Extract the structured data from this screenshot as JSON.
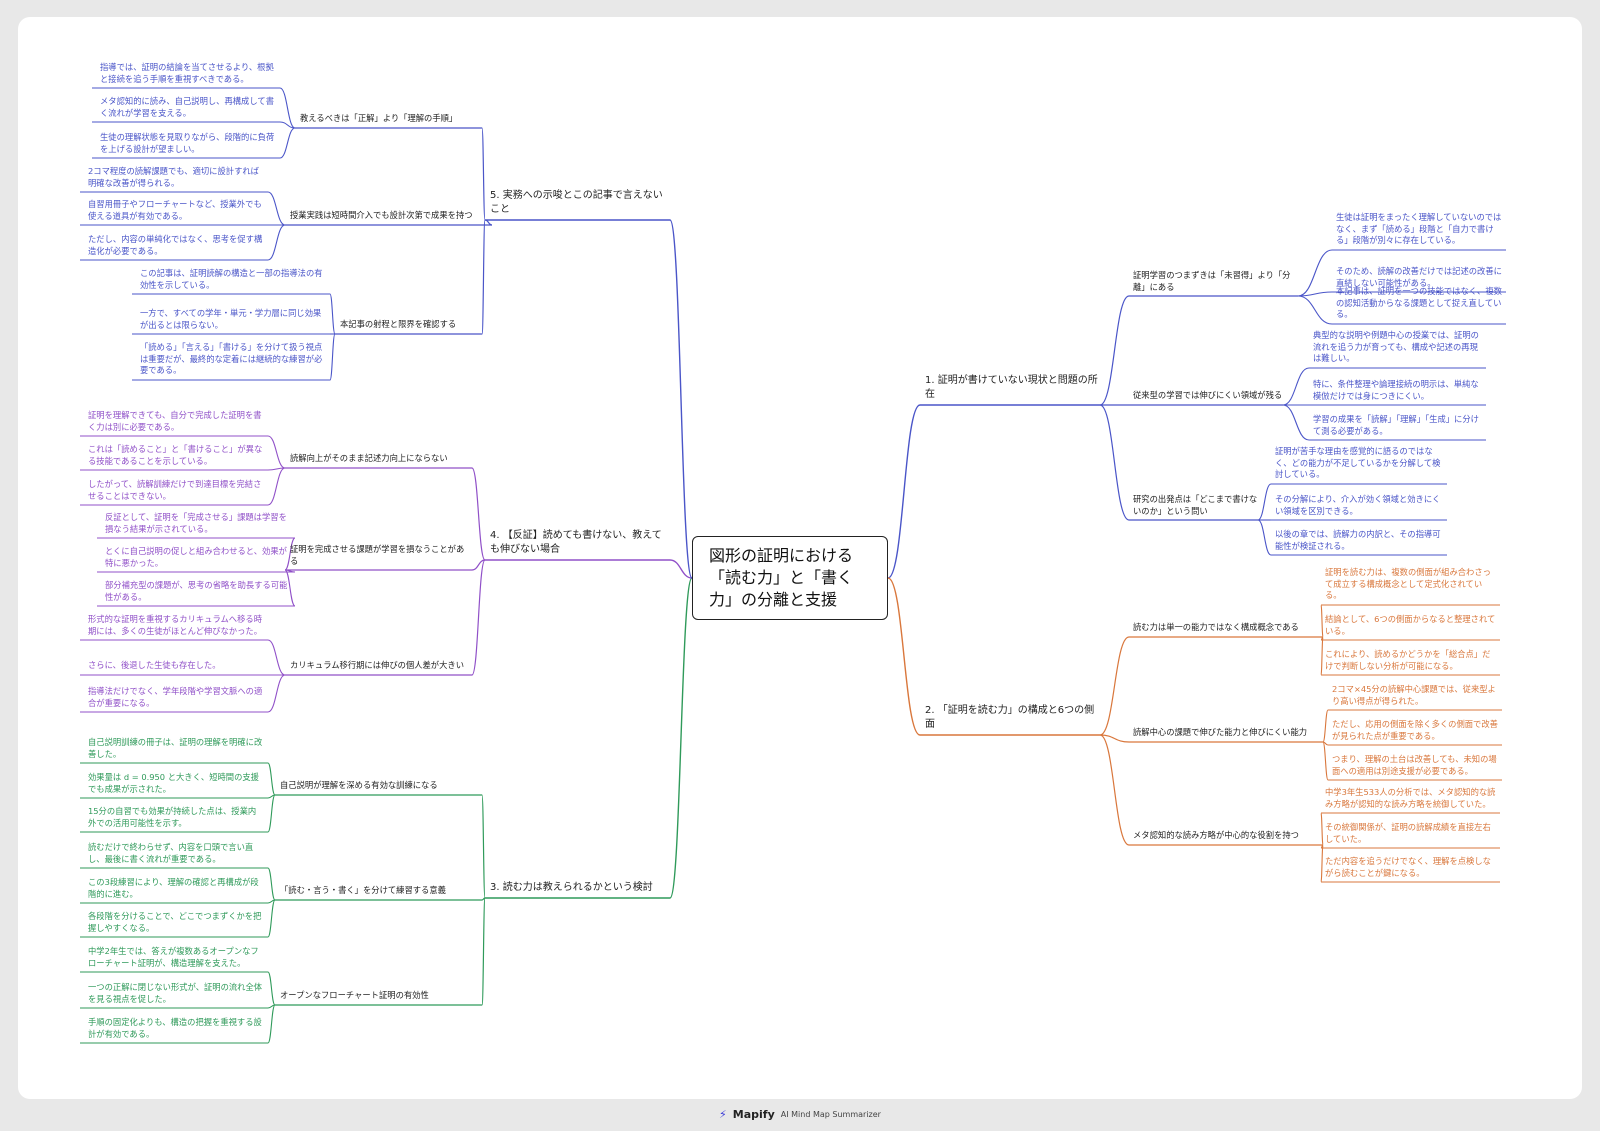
{
  "root": {
    "title": "図形の証明における「読む力」と「書く力」の分離と支援"
  },
  "colors": {
    "b1": "#4a55c8",
    "b2": "#d9773c",
    "b3": "#2f9a5a",
    "b4": "#9050c8",
    "b5": "#4a55c8"
  },
  "branches": [
    {
      "id": "b1",
      "label": "1. 証明が書けていない現状と問題の所在",
      "children": [
        {
          "label": "証明学習のつまずきは「未習得」より「分離」にある",
          "children": [
            "生徒は証明をまったく理解していないのではなく、まず「読める」段階と「自力で書ける」段階が別々に存在している。",
            "そのため、読解の改善だけでは記述の改善に直結しない可能性がある。",
            "本記事は、証明を一つの技能ではなく、複数の認知活動からなる課題として捉え直している。"
          ]
        },
        {
          "label": "従来型の学習では伸びにくい領域が残る",
          "children": [
            "典型的な説明や例題中心の授業では、証明の流れを追う力が育っても、構成や記述の再現は難しい。",
            "特に、条件整理や論理接続の明示は、単純な模倣だけでは身につきにくい。",
            "学習の成果を「読解」「理解」「生成」に分けて測る必要がある。"
          ]
        },
        {
          "label": "研究の出発点は「どこまで書けないのか」という問い",
          "children": [
            "証明が苦手な理由を感覚的に語るのではなく、どの能力が不足しているかを分解して検討している。",
            "その分解により、介入が効く領域と効きにくい領域を区別できる。",
            "以後の章では、読解力の内訳と、その指導可能性が検証される。"
          ]
        }
      ]
    },
    {
      "id": "b2",
      "label": "2. 「証明を読む力」の構成と6つの側面",
      "children": [
        {
          "label": "読む力は単一の能力ではなく構成概念である",
          "children": [
            "証明を読む力は、複数の側面が組み合わさって成立する構成概念として定式化されている。",
            "結論として、6つの側面からなると整理されている。",
            "これにより、読めるかどうかを「総合点」だけで判断しない分析が可能になる。"
          ]
        },
        {
          "label": "読解中心の課題で伸びた能力と伸びにくい能力",
          "children": [
            "2コマ×45分の読解中心課題では、従来型より高い得点が得られた。",
            "ただし、応用の側面を除く多くの側面で改善が見られた点が重要である。",
            "つまり、理解の土台は改善しても、未知の場面への適用は別途支援が必要である。"
          ]
        },
        {
          "label": "メタ認知的な読み方略が中心的な役割を持つ",
          "children": [
            "中学3年生533人の分析では、メタ認知的な読み方略が認知的な読み方略を統御していた。",
            "その統御関係が、証明の読解成績を直接左右していた。",
            "ただ内容を追うだけでなく、理解を点検しながら読むことが鍵になる。"
          ]
        }
      ]
    },
    {
      "id": "b3",
      "label": "3. 読む力は教えられるかという検討",
      "children": [
        {
          "label": "自己説明が理解を深める有効な訓練になる",
          "children": [
            "自己説明訓練の冊子は、証明の理解を明確に改善した。",
            "効果量は d = 0.950 と大きく、短時間の支援でも成果が示された。",
            "15分の自習でも効果が持続した点は、授業内外での活用可能性を示す。"
          ]
        },
        {
          "label": "「読む・言う・書く」を分けて練習する意義",
          "children": [
            "読むだけで終わらせず、内容を口頭で言い直し、最後に書く流れが重要である。",
            "この3段練習により、理解の確認と再構成が段階的に進む。",
            "各段階を分けることで、どこでつまずくかを把握しやすくなる。"
          ]
        },
        {
          "label": "オープンなフローチャート証明の有効性",
          "children": [
            "中学2年生では、答えが複数あるオープンなフローチャート証明が、構造理解を支えた。",
            "一つの正解に閉じない形式が、証明の流れ全体を見る視点を促した。",
            "手順の固定化よりも、構造の把握を重視する設計が有効である。"
          ]
        }
      ]
    },
    {
      "id": "b4",
      "label": "4. 【反証】読めても書けない、教えても伸びない場合",
      "children": [
        {
          "label": "読解向上がそのまま記述力向上にならない",
          "children": [
            "証明を理解できても、自分で完成した証明を書く力は別に必要である。",
            "これは「読めること」と「書けること」が異なる技能であることを示している。",
            "したがって、読解訓練だけで到達目標を完結させることはできない。"
          ]
        },
        {
          "label": "証明を完成させる課題が学習を損なうことがある",
          "children": [
            "反証として、証明を「完成させる」課題は学習を損なう結果が示されている。",
            "とくに自己説明の促しと組み合わせると、効果が特に悪かった。",
            "部分補充型の課題が、思考の省略を助長する可能性がある。"
          ]
        },
        {
          "label": "カリキュラム移行期には伸びの個人差が大きい",
          "children": [
            "形式的な証明を重視するカリキュラムへ移る時期には、多くの生徒がほとんど伸びなかった。",
            "さらに、後退した生徒も存在した。",
            "指導法だけでなく、学年段階や学習文脈への適合が重要になる。"
          ]
        }
      ]
    },
    {
      "id": "b5",
      "label": "5. 実務への示唆とこの記事で言えないこと",
      "children": [
        {
          "label": "教えるべきは「正解」より「理解の手順」",
          "children": [
            "指導では、証明の結論を当てさせるより、根拠と接続を追う手順を重視すべきである。",
            "メタ認知的に読み、自己説明し、再構成して書く流れが学習を支える。",
            "生徒の理解状態を見取りながら、段階的に負荷を上げる設計が望ましい。"
          ]
        },
        {
          "label": "授業実践は短時間介入でも設計次第で成果を持つ",
          "children": [
            "2コマ程度の読解課題でも、適切に設計すれば明確な改善が得られる。",
            "自習用冊子やフローチャートなど、授業外でも使える道具が有効である。",
            "ただし、内容の単純化ではなく、思考を促す構造化が必要である。"
          ]
        },
        {
          "label": "本記事の射程と限界を確認する",
          "children": [
            "この記事は、証明読解の構造と一部の指導法の有効性を示している。",
            "一方で、すべての学年・単元・学力層に同じ効果が出るとは限らない。",
            "「読める」「言える」「書ける」を分けて扱う視点は重要だが、最終的な定着には継続的な練習が必要である。"
          ]
        }
      ]
    }
  ],
  "footer": {
    "brand": "Mapify",
    "tagline": "AI Mind Map Summarizer"
  }
}
